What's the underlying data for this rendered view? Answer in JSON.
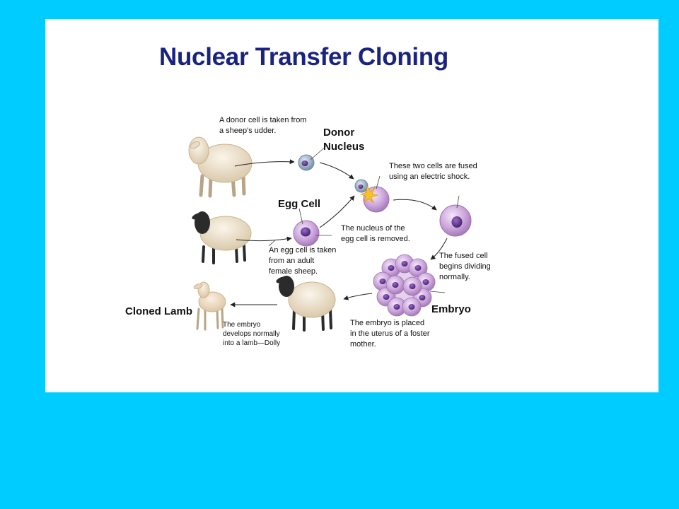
{
  "title": "Nuclear Transfer Cloning",
  "labels": {
    "donor_nucleus": "Donor\nNucleus",
    "egg_cell": "Egg Cell",
    "embryo": "Embryo",
    "cloned_lamb": "Cloned Lamb"
  },
  "captions": {
    "donor_cell": "A donor cell is taken from\na sheep's udder.",
    "fused": "These two cells are fused\nusing an electric shock.",
    "nucleus_removed": "The nucleus of the\negg cell is removed.",
    "egg_taken": "An egg cell is taken\nfrom an adult\nfemale sheep.",
    "dividing": "The fused cell\nbegins dividing\nnormally.",
    "placed": "The embryo is placed\nin the uterus of a foster\nmother.",
    "develops": "The embryo\ndevelops normally\ninto a lamb—Dolly"
  },
  "colors": {
    "background": "#00ccff",
    "slide": "#ffffff",
    "title": "#1a237e",
    "egg_cell": "#c9a3d9",
    "nucleus": "#5a2a8a",
    "donor_cell": "#8fa7bd",
    "wool": "#efe3cc",
    "dark_face": "#2b2b2b"
  }
}
